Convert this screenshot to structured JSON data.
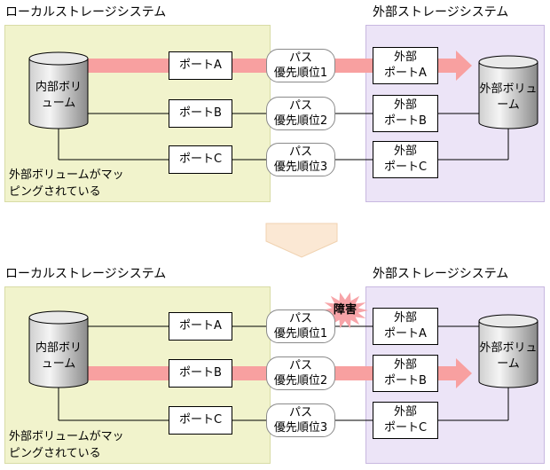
{
  "local_title": "ローカルストレージシステム",
  "external_title": "外部ストレージシステム",
  "internal_volume": "内部ボリ\nューム",
  "external_volume": "外部ボリュ\nーム",
  "note": "外部ボリュームがマッ\nピングされている",
  "failure_label": "障害",
  "colors": {
    "local_bg": "#f1f3cc",
    "external_bg": "#ece4f7",
    "active_path": "#f8a0a0",
    "transition_arrow": "#fbe8d4",
    "failure_burst": "#f7a4a8"
  },
  "panels": [
    {
      "name": "before",
      "active_path_index": 0,
      "failed_path_index": -1,
      "paths": [
        {
          "local_port": "ポートA",
          "priority": "パス\n優先順位1",
          "external_port": "外部\nポートA"
        },
        {
          "local_port": "ポートB",
          "priority": "パス\n優先順位2",
          "external_port": "外部\nポートB"
        },
        {
          "local_port": "ポートC",
          "priority": "パス\n優先順位3",
          "external_port": "外部\nポートC"
        }
      ]
    },
    {
      "name": "after",
      "active_path_index": 1,
      "failed_path_index": 0,
      "paths": [
        {
          "local_port": "ポートA",
          "priority": "パス\n優先順位1",
          "external_port": "外部\nポートA"
        },
        {
          "local_port": "ポートB",
          "priority": "パス\n優先順位2",
          "external_port": "外部\nポートB"
        },
        {
          "local_port": "ポートC",
          "priority": "パス\n優先順位3",
          "external_port": "外部\nポートC"
        }
      ]
    }
  ]
}
